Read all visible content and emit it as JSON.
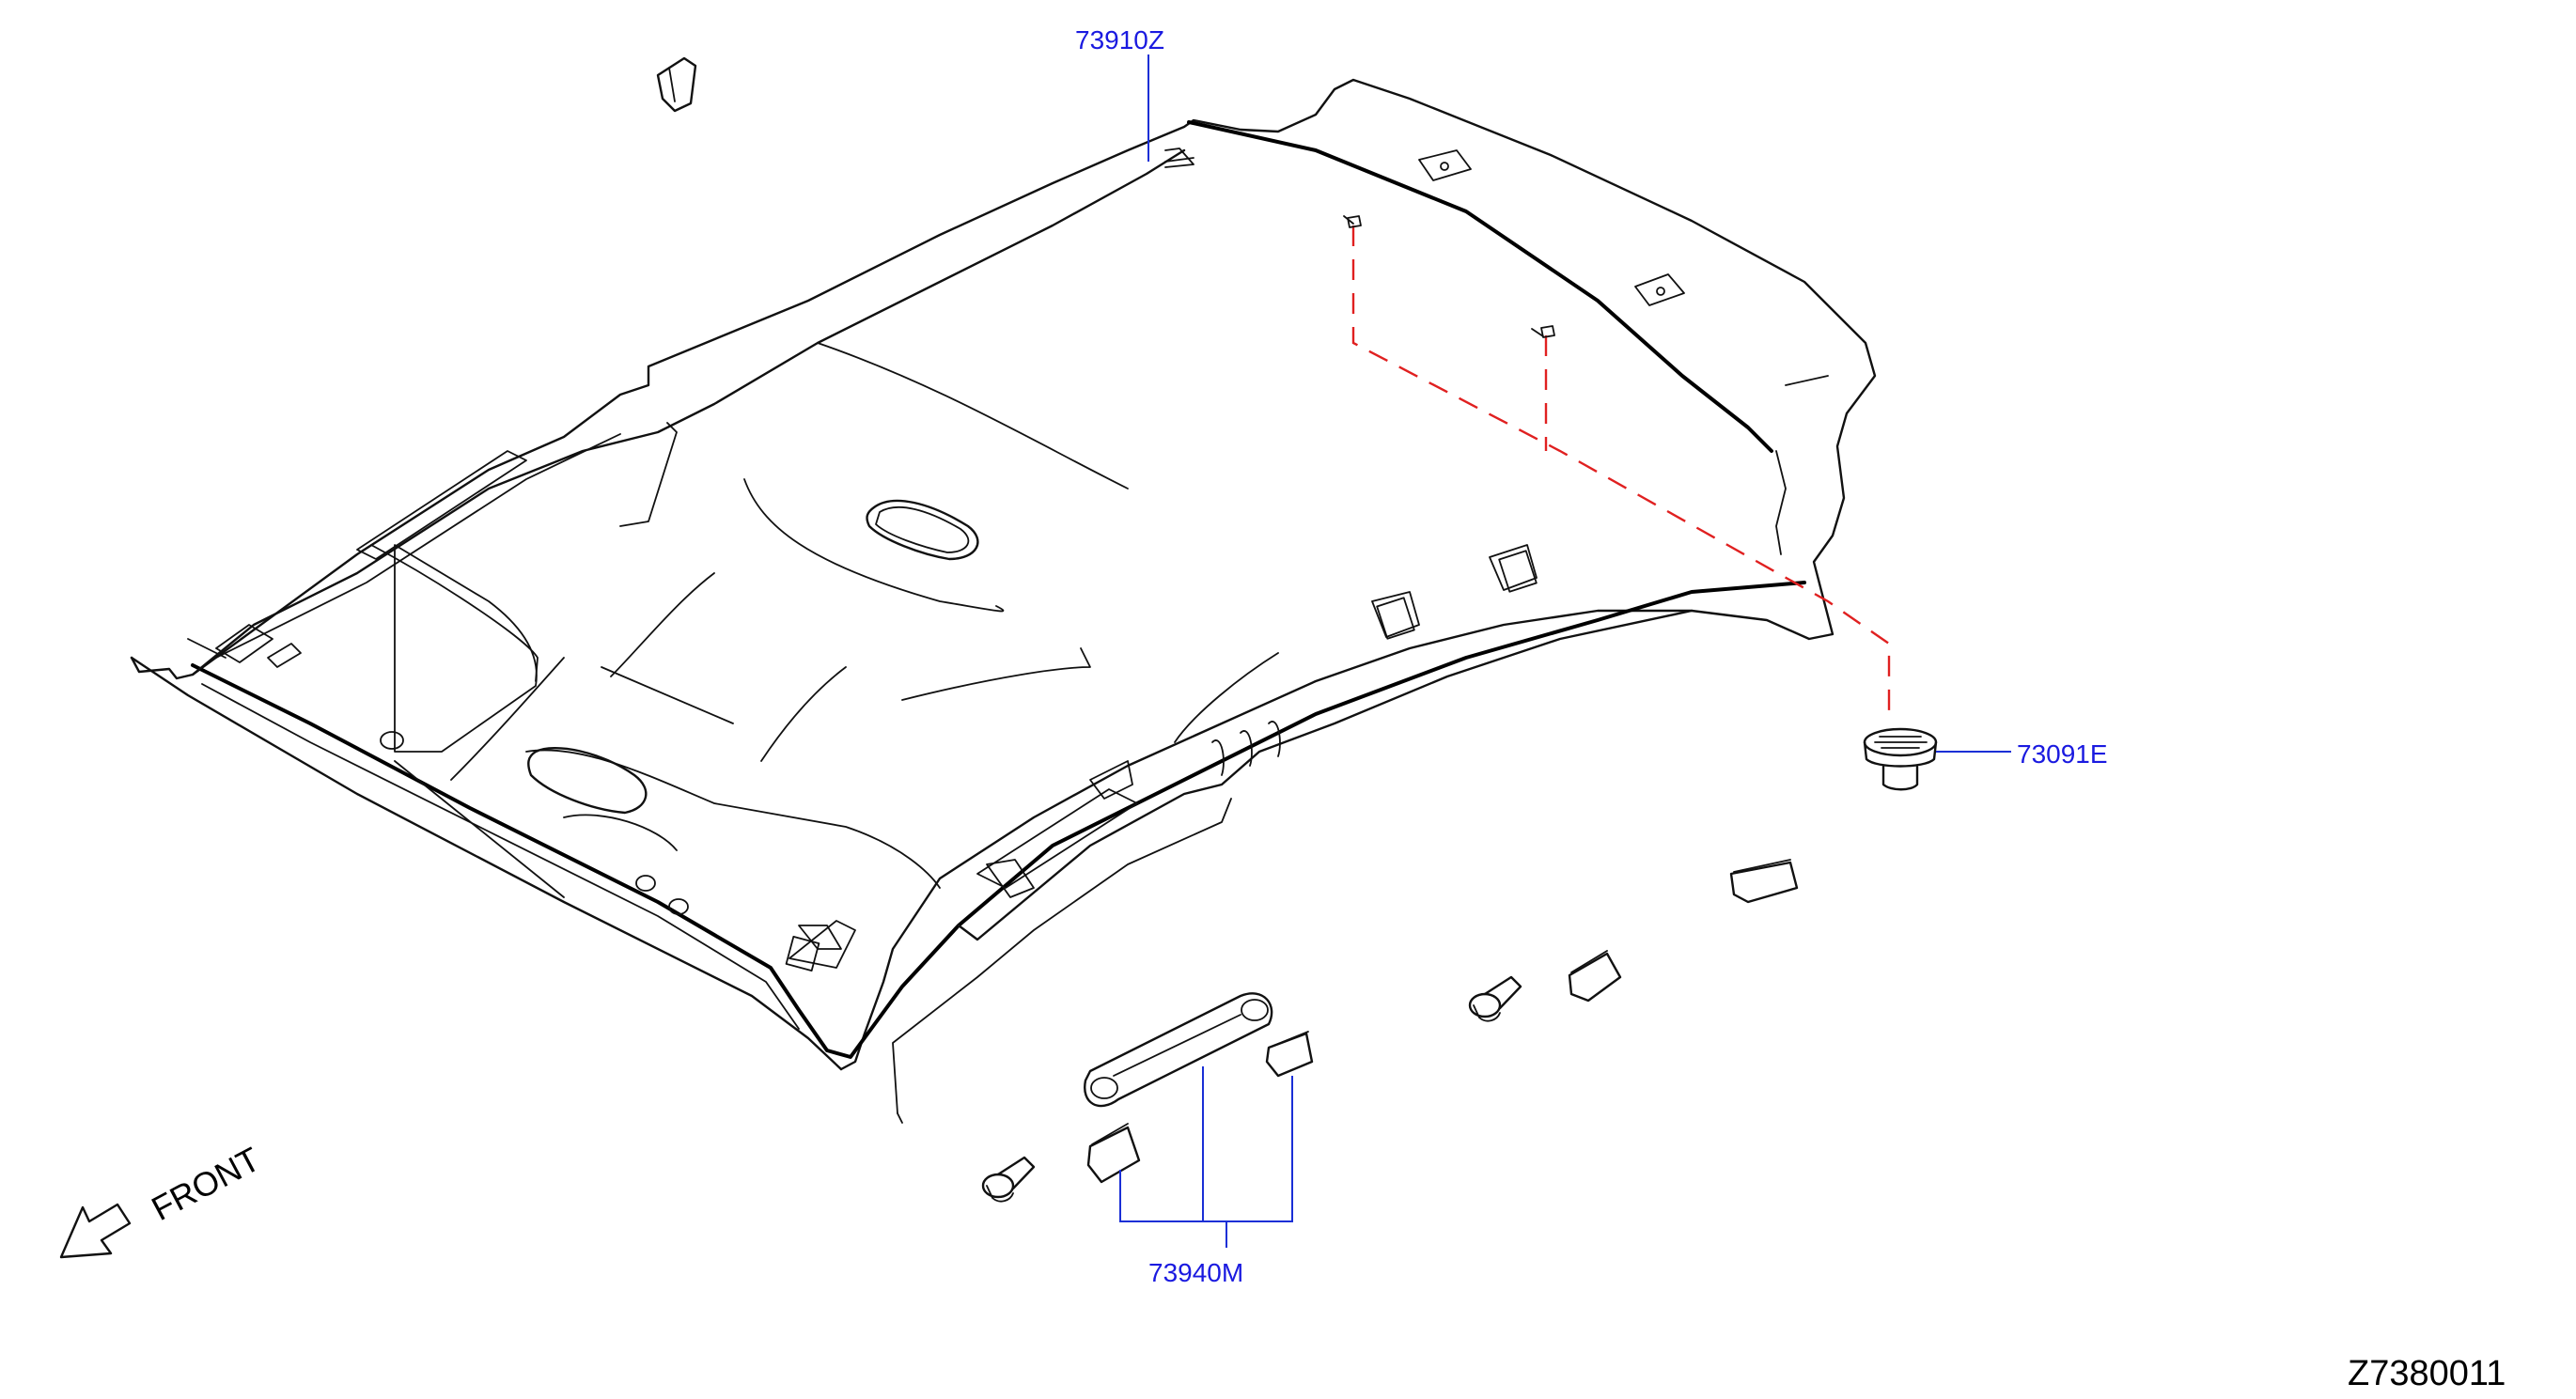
{
  "diagram": {
    "callouts": [
      {
        "id": "headlining",
        "code": "73910Z"
      },
      {
        "id": "clip",
        "code": "73091E"
      },
      {
        "id": "assist-grip",
        "code": "73940M"
      }
    ],
    "direction_label": "FRONT",
    "drawing_code": "Z7380011",
    "colors": {
      "callout_text": "#1a1ae0",
      "leader_line": "#1a2fd6",
      "hidden_line": "#e02020",
      "linework": "#111111"
    }
  }
}
